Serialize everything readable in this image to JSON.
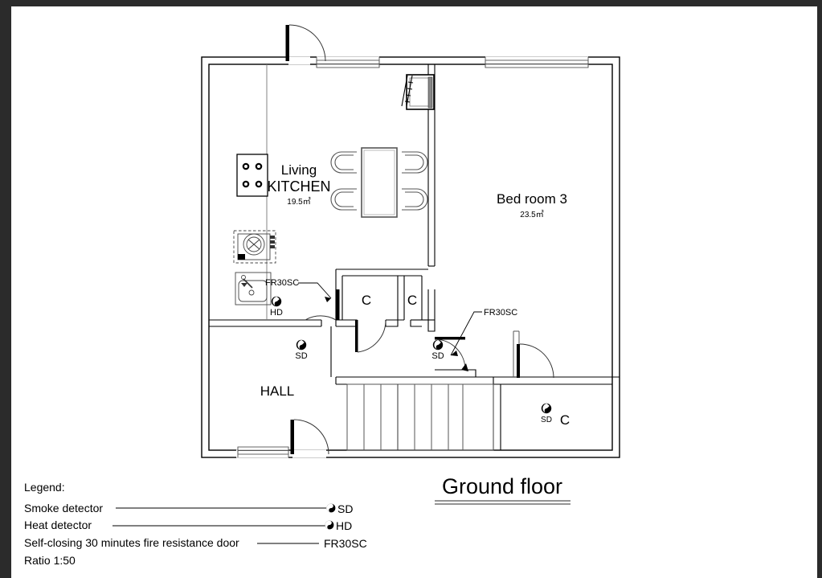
{
  "document": {
    "title": "Ground floor",
    "scale_note": "Ratio  1:50"
  },
  "rooms": [
    {
      "id": "kitchen",
      "label_line1": "Living",
      "label_line2": "KITCHEN",
      "area": "19.5㎡"
    },
    {
      "id": "bedroom3",
      "label": "Bed room 3",
      "area": "23.5㎡"
    },
    {
      "id": "hall",
      "label": "HALL"
    },
    {
      "id": "cupboard-1",
      "label": "C"
    },
    {
      "id": "cupboard-2",
      "label": "C"
    },
    {
      "id": "cupboard-3",
      "label": "C"
    }
  ],
  "annotations": {
    "door_tag_1": "FR30SC",
    "door_tag_2": "FR30SC",
    "heat_detector_label": "HD",
    "smoke_detector_label_hall": "SD",
    "smoke_detector_label_landing": "SD",
    "smoke_detector_label_store": "SD"
  },
  "legend": {
    "heading": "Legend:",
    "rows": [
      {
        "text": "Smoke  detector",
        "code": "SD",
        "symbol": "smoke-detector-symbol"
      },
      {
        "text": "Heat   detector",
        "code": "HD",
        "symbol": "heat-detector-symbol"
      },
      {
        "text": "Self-closing 30 minutes fire resistance door",
        "code": "FR30SC",
        "symbol": "door-line"
      }
    ],
    "ratio": "Ratio  1:50"
  },
  "colors": {
    "paper": "#ffffff",
    "ink": "#000000",
    "wall": "#000000",
    "thin_line": "#555555",
    "frame": "#2b2b2b"
  }
}
